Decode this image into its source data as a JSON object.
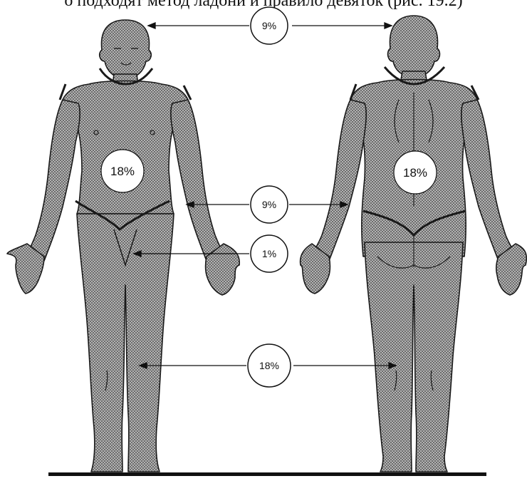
{
  "caption": "о подходят метод ладони и правило девяток (рис. 19.2)",
  "labels": {
    "head": "9%",
    "arm": "9%",
    "genitals": "1%",
    "leg": "18%",
    "front_trunk": "18%",
    "back_trunk": "18%"
  },
  "colors": {
    "body_fill": "#a7a7a7",
    "outline": "#1a1a1a",
    "ground": "#111111"
  }
}
